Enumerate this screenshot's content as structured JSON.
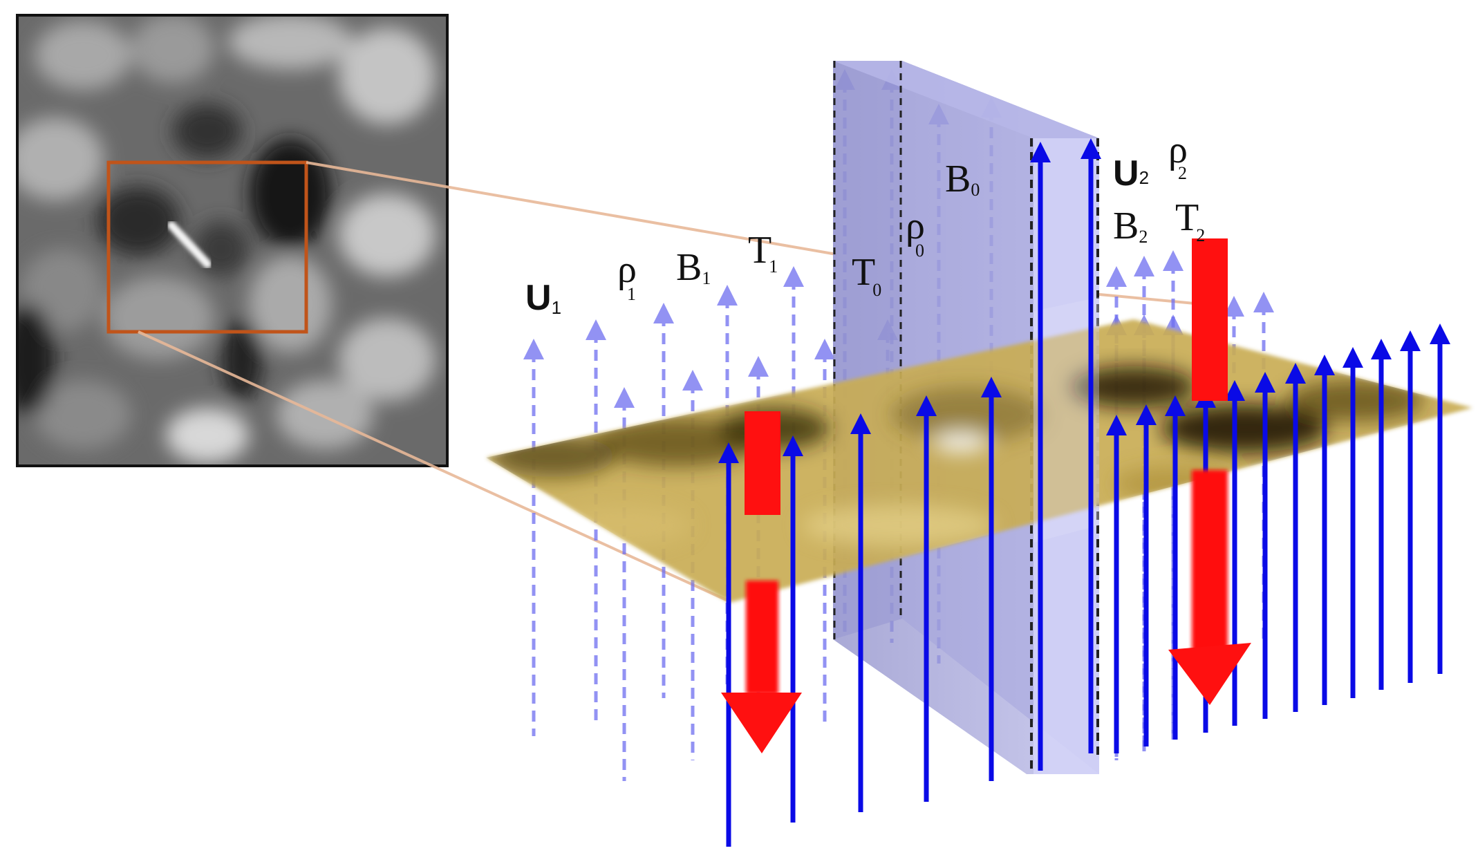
{
  "labels": {
    "u1": "U",
    "u1_sub": "1",
    "rho1": "ρ",
    "rho1_sub": "1",
    "b1": "B",
    "b1_sub": "1",
    "t1": "T",
    "t1_sub": "1",
    "t0": "T",
    "t0_sub": "0",
    "rho0": "ρ",
    "rho0_sub": "0",
    "b0": "B",
    "b0_sub": "0",
    "u2": "U",
    "u2_sub": "2",
    "rho2": "ρ",
    "rho2_sub": "2",
    "b2": "B",
    "b2_sub": "2",
    "t2": "T",
    "t2_sub": "2"
  },
  "colors": {
    "field_line": "#0a0ae6",
    "field_line_faded": "#6e6ef0",
    "flow_arrow": "#ff0000",
    "current_sheet": "#9a9ad8",
    "zoom_box": "#c0541a",
    "zoom_lines": "#e8b898",
    "surface": "#b59a3c"
  },
  "icons": {
    "inset": "solar-granulation-image",
    "surface": "photosphere-surface",
    "sheet": "current-sheet-slab"
  }
}
